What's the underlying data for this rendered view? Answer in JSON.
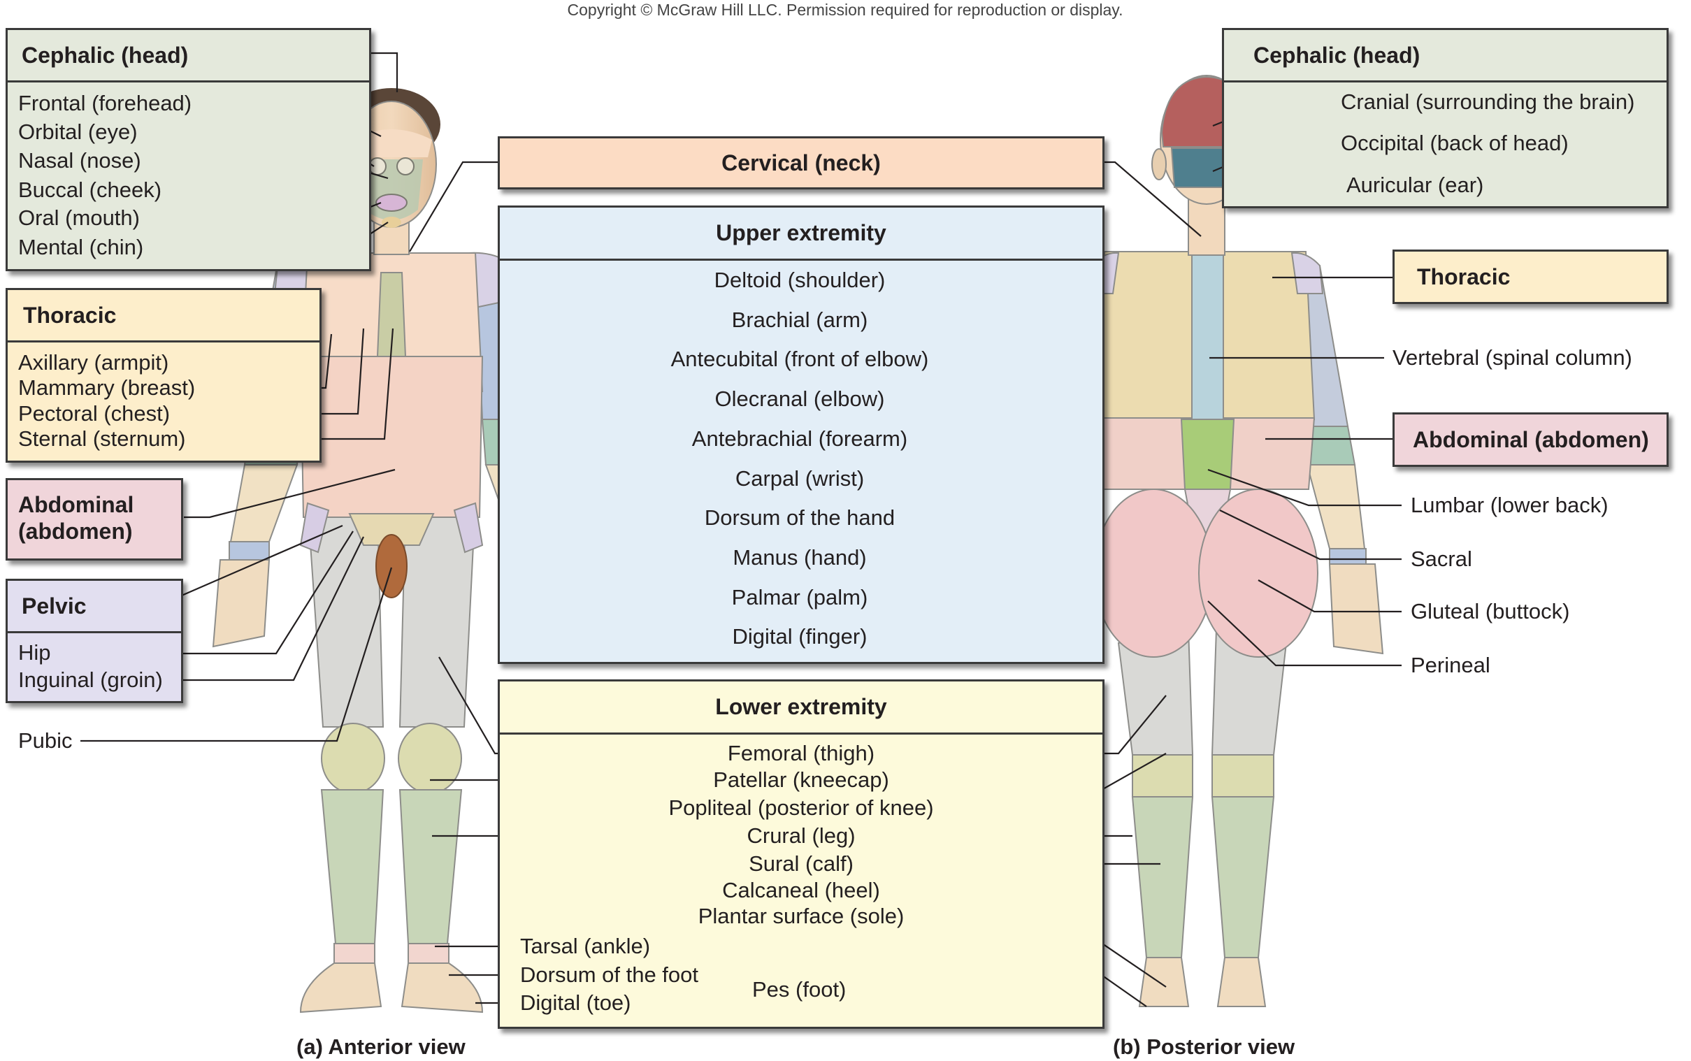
{
  "copyright": "Copyright © McGraw Hill LLC. Permission required for reproduction or display.",
  "anterior": {
    "caption": "(a) Anterior view",
    "cephalic": {
      "title": "Cephalic (head)",
      "items": [
        "Frontal (forehead)",
        "Orbital (eye)",
        "Nasal (nose)",
        "Buccal (cheek)",
        "Oral (mouth)",
        "Mental (chin)"
      ]
    },
    "thoracic": {
      "title": "Thoracic",
      "items": [
        "Axillary (armpit)",
        "Mammary (breast)",
        "Pectoral (chest)",
        "Sternal (sternum)"
      ]
    },
    "abdominal": {
      "title_line1": "Abdominal",
      "title_line2": "(abdomen)"
    },
    "pelvic": {
      "title": "Pelvic",
      "items": [
        "Hip",
        "Inguinal (groin)"
      ]
    },
    "pubic": "Pubic"
  },
  "center": {
    "cervical": "Cervical (neck)",
    "upper": {
      "title": "Upper extremity",
      "items": [
        "Deltoid (shoulder)",
        "Brachial (arm)",
        "Antecubital (front of elbow)",
        "Olecranal (elbow)",
        "Antebrachial (forearm)",
        "Carpal (wrist)",
        "Dorsum of the hand",
        "Manus (hand)",
        "Palmar (palm)",
        "Digital (finger)"
      ]
    },
    "lower": {
      "title": "Lower extremity",
      "items": [
        "Femoral (thigh)",
        "Patellar (kneecap)",
        "Popliteal (posterior of knee)",
        "Crural (leg)",
        "Sural (calf)",
        "Calcaneal (heel)",
        "Plantar surface (sole)"
      ]
    },
    "foot": {
      "items": [
        "Tarsal (ankle)",
        "Dorsum of the foot",
        "Digital (toe)"
      ],
      "pes": "Pes (foot)"
    }
  },
  "posterior": {
    "caption": "(b) Posterior view",
    "cephalic": {
      "title": "Cephalic (head)",
      "items": [
        "Cranial (surrounding the brain)",
        "Occipital (back of head)",
        "Auricular (ear)"
      ]
    },
    "thoracic": "Thoracic",
    "vertebral": "Vertebral (spinal column)",
    "abdominal": "Abdominal (abdomen)",
    "items": [
      "Lumbar (lower back)",
      "Sacral",
      "Gluteal (buttock)",
      "Perineal"
    ]
  },
  "colors": {
    "head_green": "#e4e9dc",
    "thoracic_tan": "#fdeecb",
    "abdominal_pink": "#f0d5da",
    "pelvic_lavender": "#e2dff0",
    "upper_blue": "#e3eef7",
    "lower_yellow": "#fdfadb",
    "cervical_peach": "#fcdcc4"
  }
}
